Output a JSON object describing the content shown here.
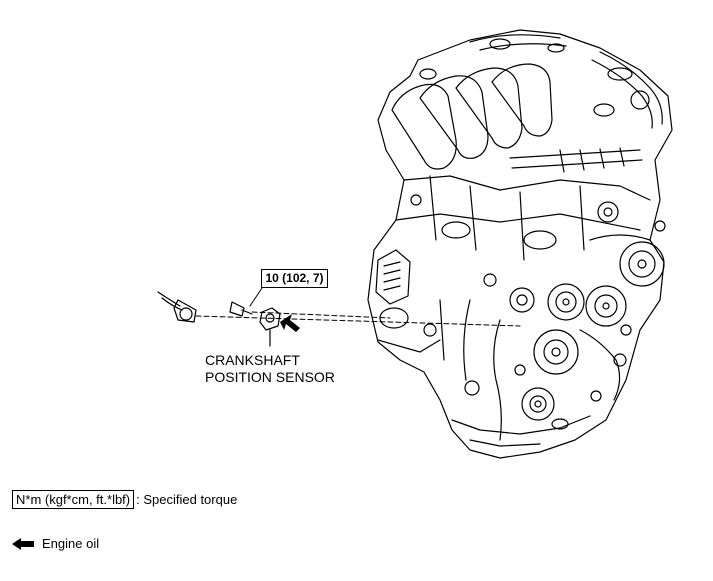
{
  "callouts": {
    "torque": "10 (102, 7)",
    "part_line1": "CRANKSHAFT",
    "part_line2": "POSITION SENSOR"
  },
  "legend": {
    "torque_box": "N*m (kgf*cm, ft.*lbf)",
    "torque_text": ": Specified torque",
    "oil_text": "Engine oil"
  },
  "icons": {
    "oil": "engine-oil-arrow-icon"
  }
}
